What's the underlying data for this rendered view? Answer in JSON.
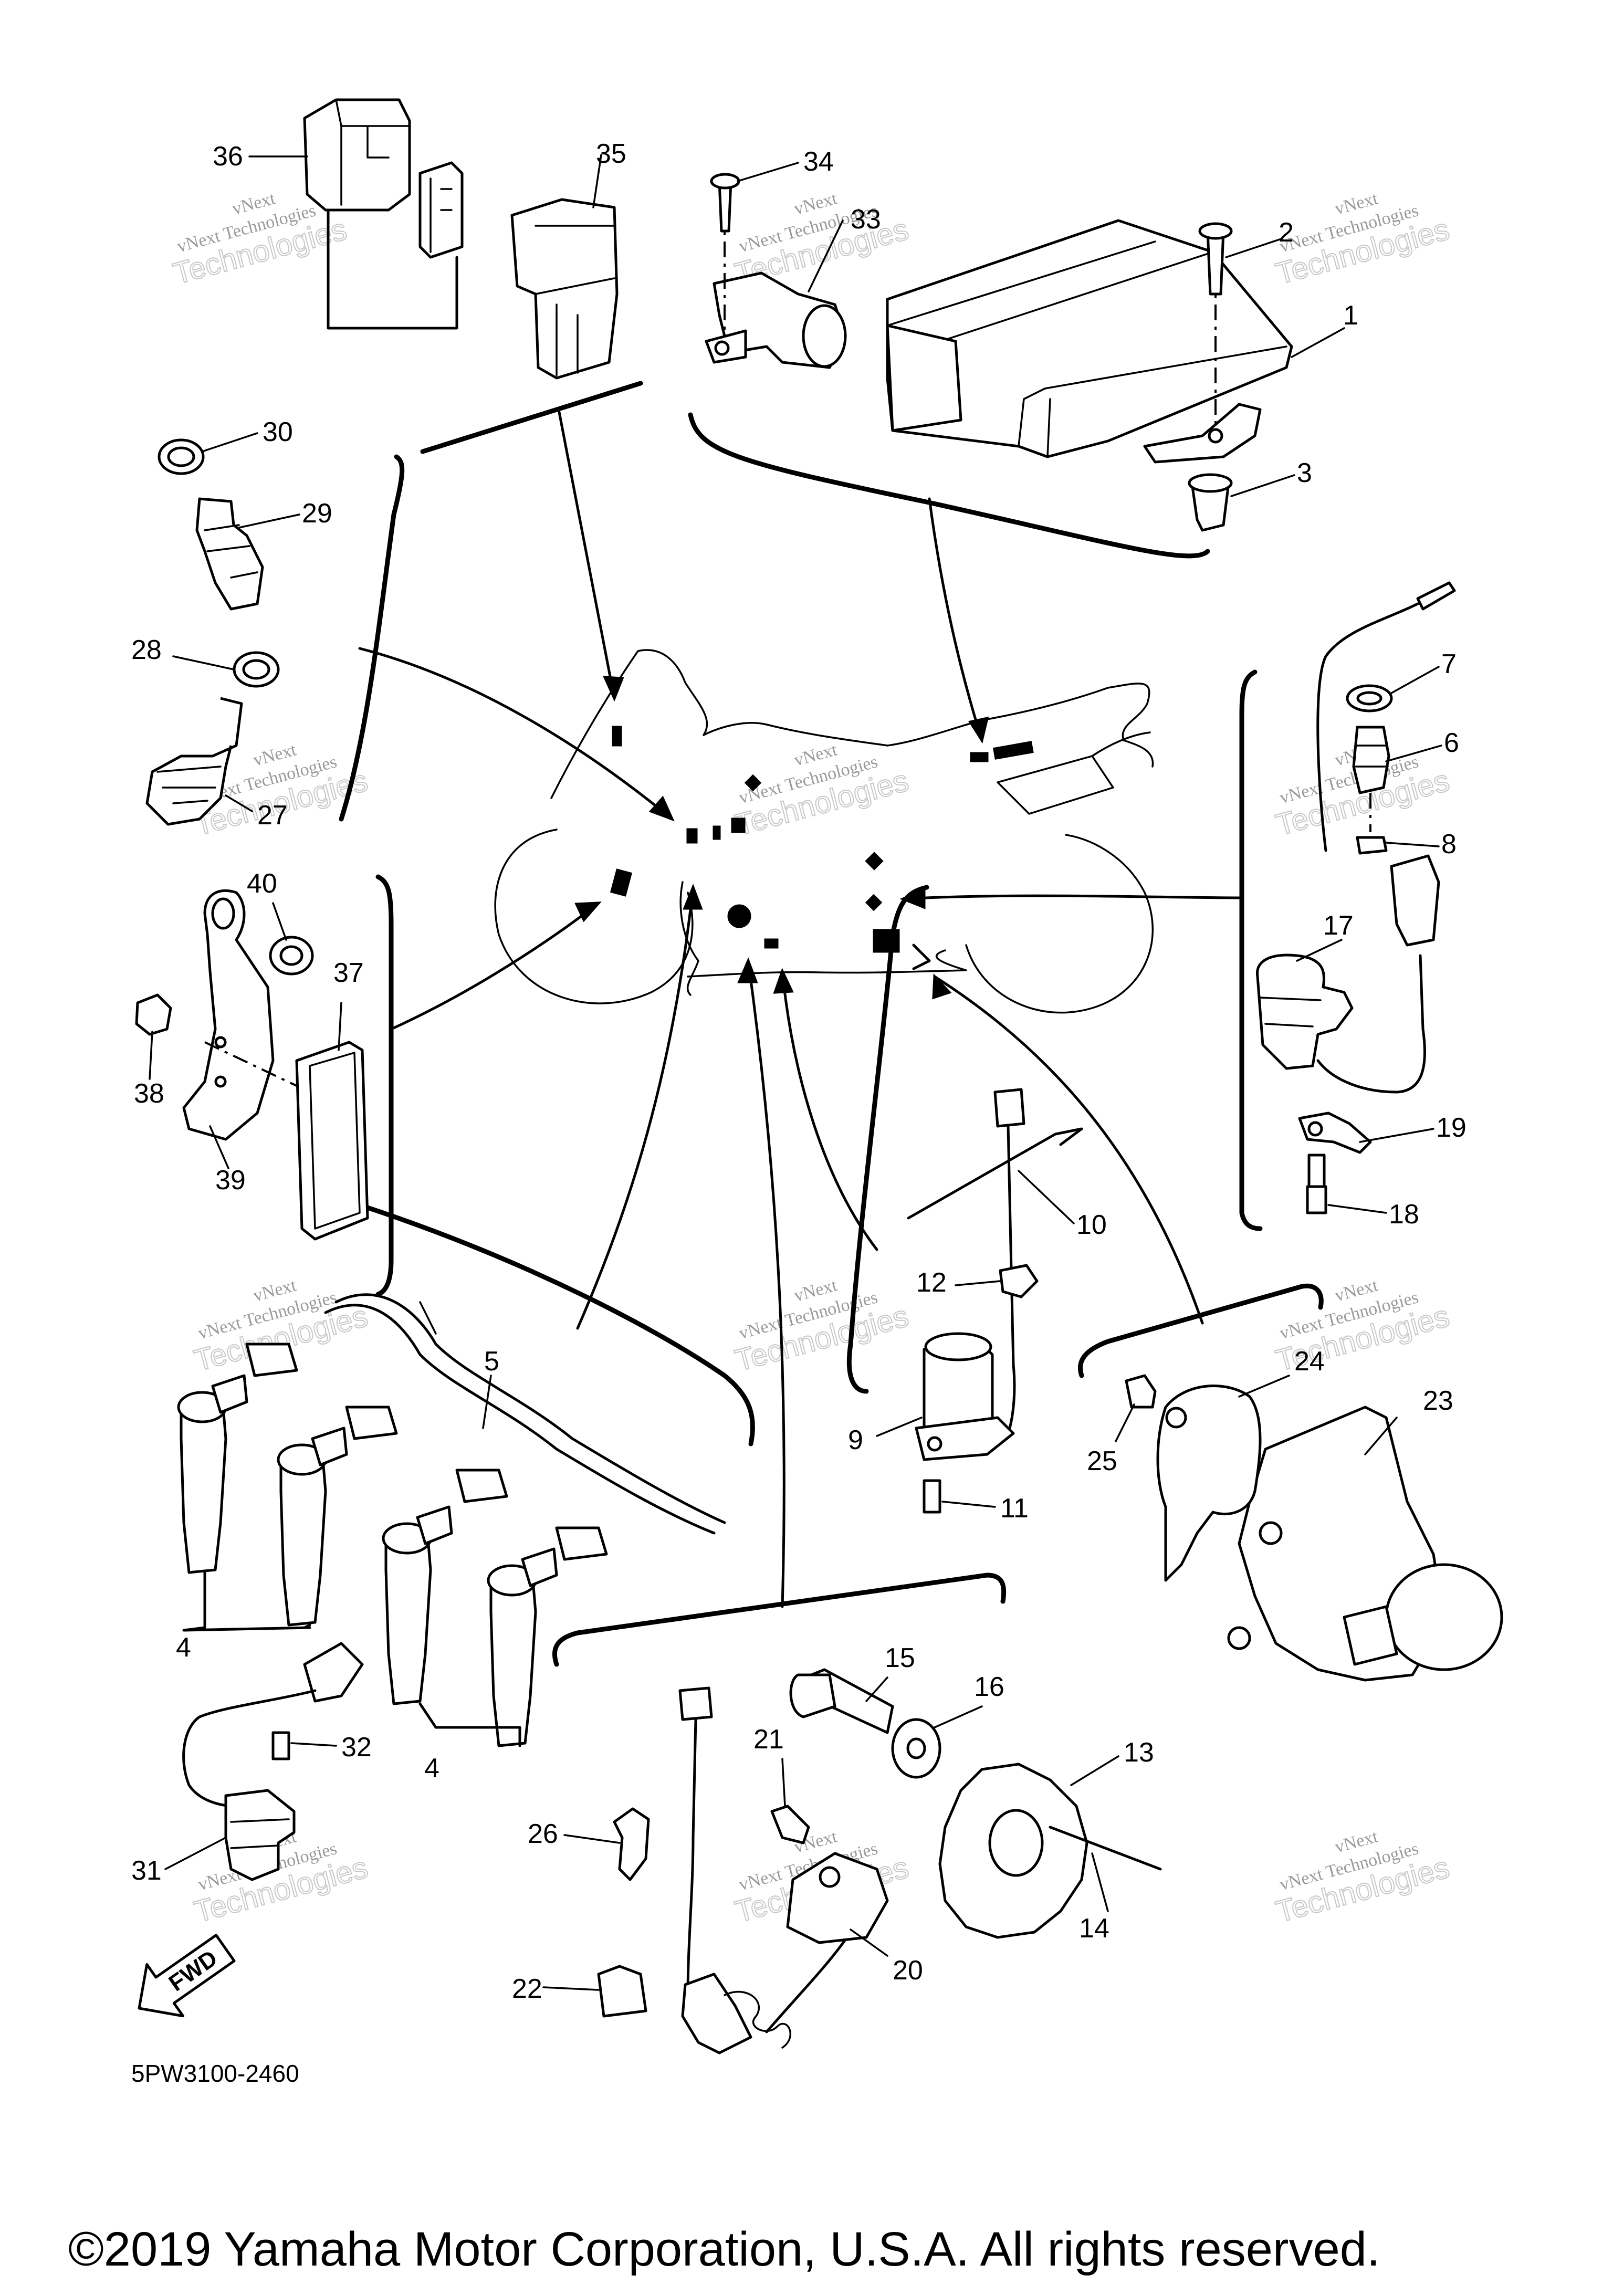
{
  "diagram_code": "5PW3100-2460",
  "copyright": "©2019 Yamaha Motor Corporation, U.S.A. All rights reserved.",
  "fwd_label": "FWD",
  "watermark": {
    "line1": "vNext",
    "line2": "vNext Technologies",
    "line3": "Technologies"
  },
  "callouts": {
    "c1": "1",
    "c2": "2",
    "c3": "3",
    "c4a": "4",
    "c4b": "4",
    "c5": "5",
    "c6": "6",
    "c7": "7",
    "c8": "8",
    "c9": "9",
    "c10": "10",
    "c11": "11",
    "c12": "12",
    "c13": "13",
    "c14": "14",
    "c15": "15",
    "c16": "16",
    "c17": "17",
    "c18": "18",
    "c19": "19",
    "c20": "20",
    "c21": "21",
    "c22": "22",
    "c23": "23",
    "c24": "24",
    "c25": "25",
    "c26": "26",
    "c27": "27",
    "c28": "28",
    "c29": "29",
    "c30": "30",
    "c31": "31",
    "c32": "32",
    "c33": "33",
    "c34": "34",
    "c35": "35",
    "c36": "36",
    "c37": "37",
    "c38": "38",
    "c39": "39",
    "c40": "40"
  },
  "colors": {
    "ink": "#000000",
    "paper": "#ffffff",
    "watermark": "#9a9a9a"
  }
}
